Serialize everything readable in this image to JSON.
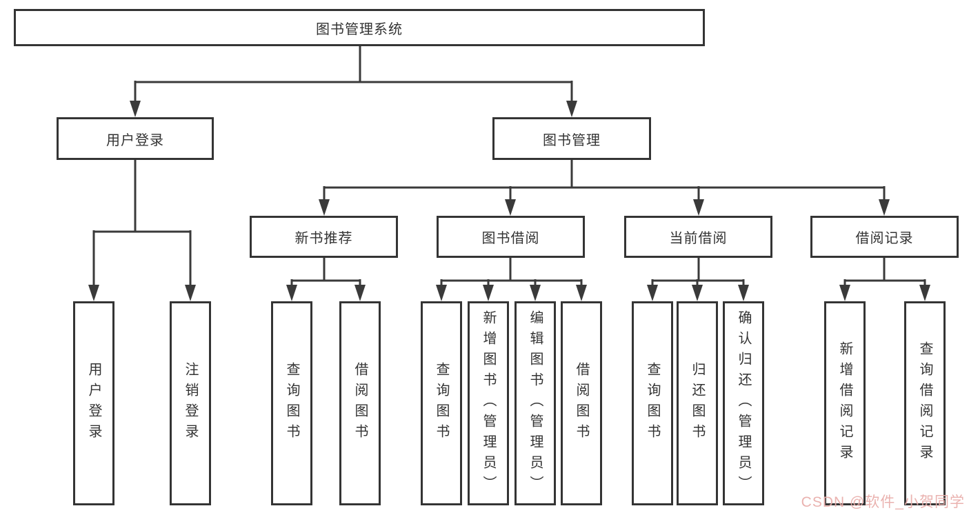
{
  "colors": {
    "line": "#3a3a3a",
    "box_border": "#343434",
    "text": "#333333",
    "watermark": "#e9aeab",
    "background": "#ffffff"
  },
  "tree": {
    "label": "图书管理系统",
    "children": [
      {
        "label": "用户登录",
        "children": [
          {
            "label": "用户登录"
          },
          {
            "label": "注销登录"
          }
        ]
      },
      {
        "label": "图书管理",
        "children": [
          {
            "label": "新书推荐",
            "children": [
              {
                "label": "查询图书"
              },
              {
                "label": "借阅图书"
              }
            ]
          },
          {
            "label": "图书借阅",
            "children": [
              {
                "label": "查询图书"
              },
              {
                "label": "新增图书（管理员）"
              },
              {
                "label": "编辑图书（管理员）"
              },
              {
                "label": "借阅图书"
              }
            ]
          },
          {
            "label": "当前借阅",
            "children": [
              {
                "label": "查询图书"
              },
              {
                "label": "归还图书"
              },
              {
                "label": "确认归还（管理员）"
              }
            ]
          },
          {
            "label": "借阅记录",
            "children": [
              {
                "label": "新增借阅记录"
              },
              {
                "label": "查询借阅记录"
              }
            ]
          }
        ]
      }
    ]
  },
  "watermark": "CSDN @软件_小贺同学"
}
